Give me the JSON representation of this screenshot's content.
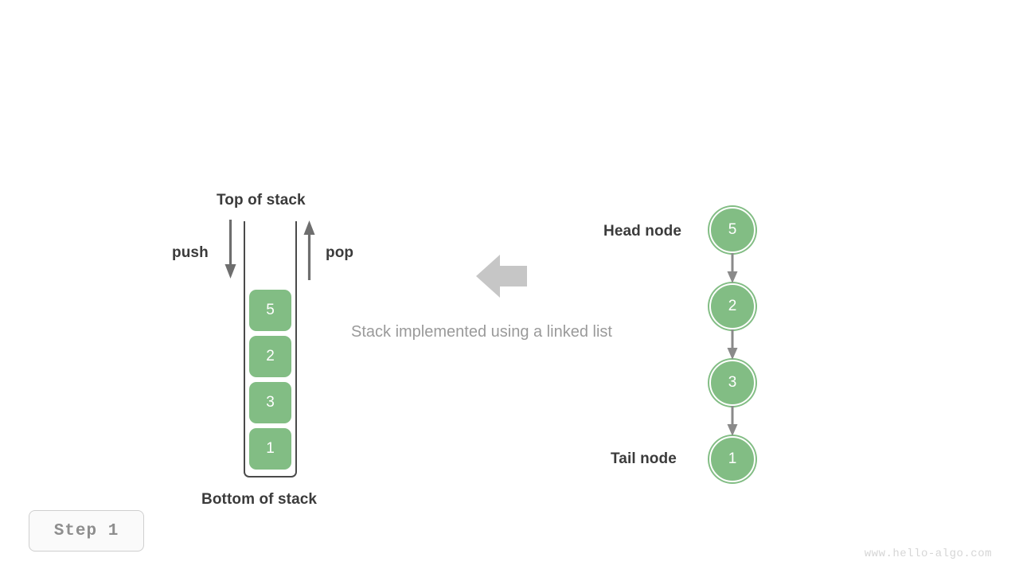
{
  "page": {
    "background_color": "#ffffff",
    "accent_green": "#82bd84",
    "text_dark": "#3b3b3b",
    "text_muted": "#9a9a9a",
    "arrow_gray": "#6e6e6e",
    "block_arrow_gray": "#c6c6c6"
  },
  "caption": {
    "text": "Stack implemented using a linked list"
  },
  "stack": {
    "top_label": "Top of stack",
    "bottom_label": "Bottom of stack",
    "push_label": "push",
    "pop_label": "pop",
    "cells": [
      {
        "value": "5"
      },
      {
        "value": "2"
      },
      {
        "value": "3"
      },
      {
        "value": "1"
      }
    ]
  },
  "linked_list": {
    "head_label": "Head node",
    "tail_label": "Tail node",
    "nodes": [
      {
        "value": "5"
      },
      {
        "value": "2"
      },
      {
        "value": "3"
      },
      {
        "value": "1"
      }
    ]
  },
  "transform_arrow": {
    "direction": "left"
  },
  "step_badge": {
    "text": "Step 1"
  },
  "watermark": {
    "text": "www.hello-algo.com"
  }
}
